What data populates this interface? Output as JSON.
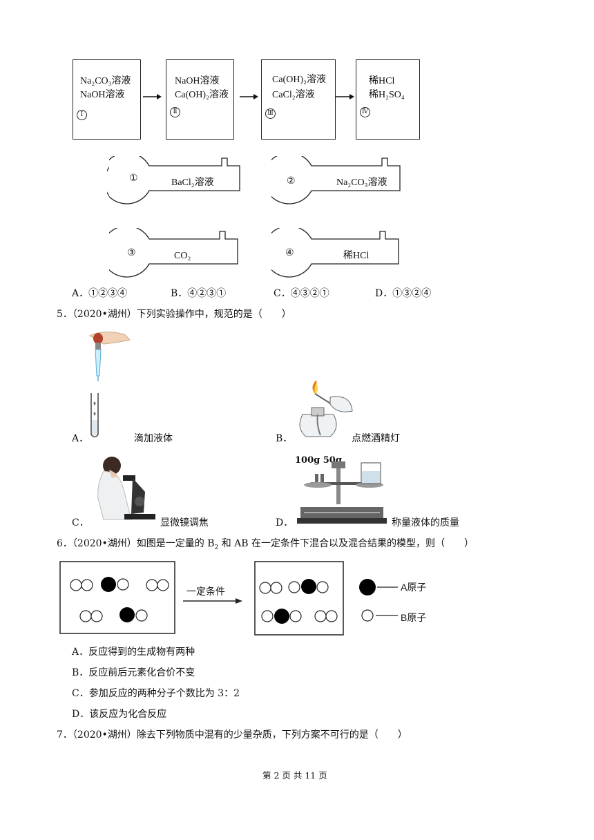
{
  "q4": {
    "boxes": [
      {
        "line1": "Na₂CO₃溶液",
        "line2": "NaOH溶液",
        "mark": "Ⅰ"
      },
      {
        "line1": "NaOH溶液",
        "line2": "Ca(OH)₂溶液",
        "mark": "Ⅱ"
      },
      {
        "line1": "Ca(OH)₂溶液",
        "line2": "CaCl₂溶液",
        "mark": "Ⅲ"
      },
      {
        "line1": "稀HCl",
        "line2": "稀H₂SO₄",
        "mark": "Ⅳ"
      }
    ],
    "keys": [
      {
        "num": "①",
        "label": "BaCl₂溶液"
      },
      {
        "num": "②",
        "label": "Na₂CO₃溶液"
      },
      {
        "num": "③",
        "label": "CO₂"
      },
      {
        "num": "④",
        "label": "稀HCl"
      }
    ],
    "options": [
      "A．①②③④",
      "B．④②③①",
      "C．④③②①",
      "D．①③②④"
    ]
  },
  "q5": {
    "stem": "5．（2020•湖州）下列实验操作中，规范的是（　　）",
    "options": [
      {
        "letter": "A．",
        "caption": "滴加液体"
      },
      {
        "letter": "B．",
        "caption": "点燃酒精灯"
      },
      {
        "letter": "C．",
        "caption": "显微镜调焦"
      },
      {
        "letter": "D．",
        "caption": "称量液体的质量"
      }
    ],
    "weights": "100g  50g"
  },
  "q6": {
    "stem_a": "6．（2020•湖州）如图是一定量的 B",
    "stem_sub": "2",
    "stem_b": " 和 AB 在一定条件下混合以及混合结果的模型，则（　　）",
    "arrow_label": "一定条件",
    "legend_a": "A原子",
    "legend_b": "B原子",
    "options": [
      "A．反应得到的生成物有两种",
      "B．反应前后元素化合价不变",
      "C．参加反应的两种分子个数比为 3：2",
      "D．该反应为化合反应"
    ]
  },
  "q7": {
    "stem": "7．（2020•湖州）除去下列物质中混有的少量杂质，下列方案不可行的是（　　）"
  },
  "footer": "第 2 页 共 11 页"
}
